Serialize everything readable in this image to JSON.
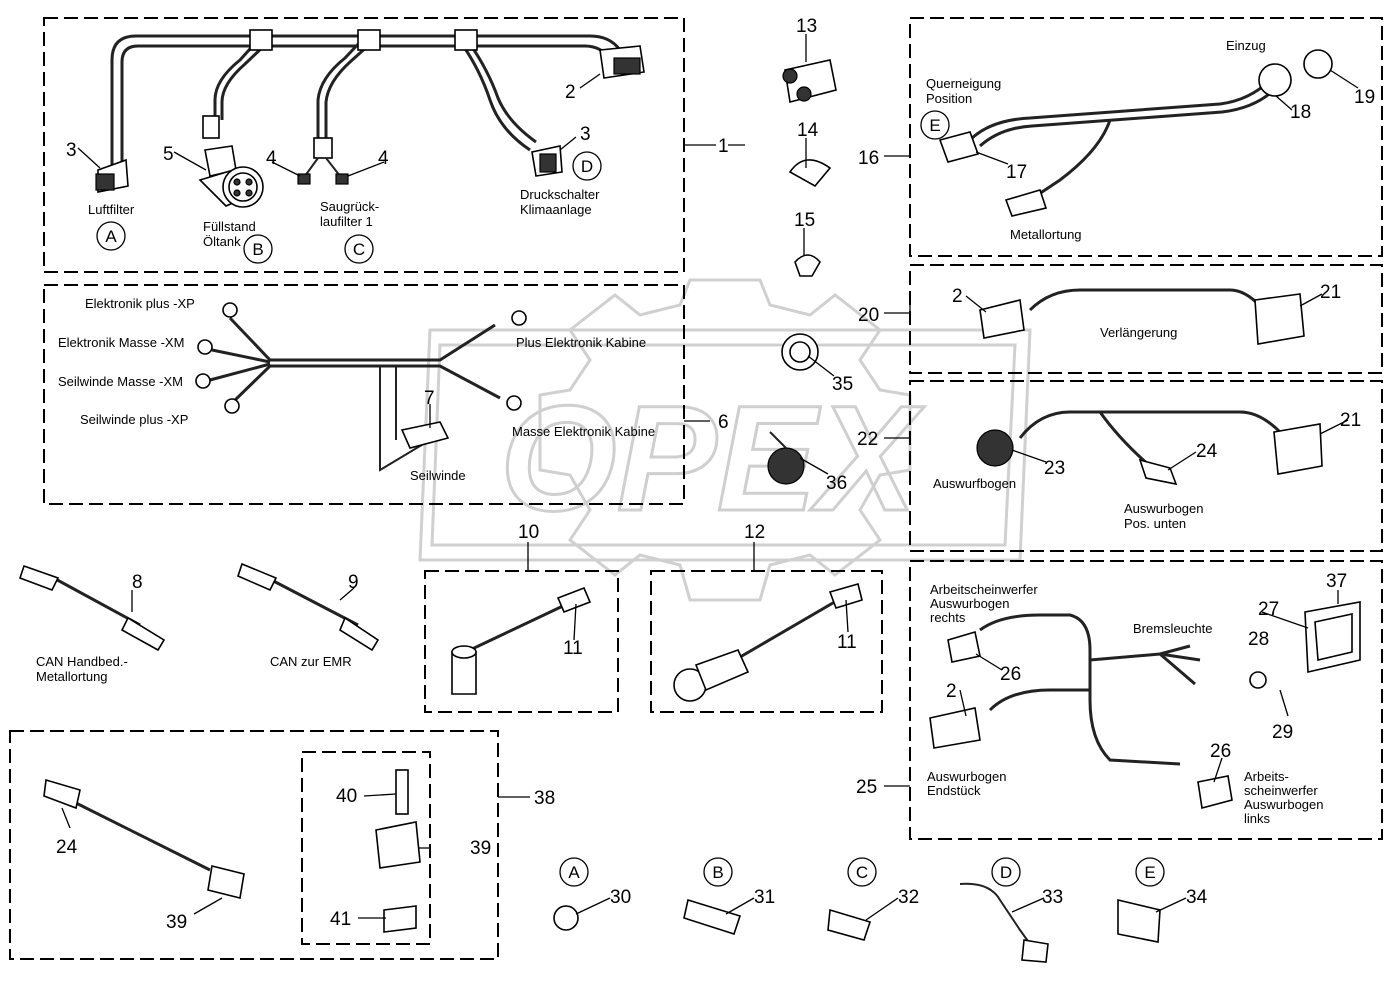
{
  "watermark": "OPEX",
  "part_numbers": {
    "n1": "1",
    "n2a": "2",
    "n2b": "2",
    "n2c": "2",
    "n3a": "3",
    "n3b": "3",
    "n4a": "4",
    "n4b": "4",
    "n5": "5",
    "n6": "6",
    "n7": "7",
    "n8": "8",
    "n9": "9",
    "n10": "10",
    "n11a": "11",
    "n11b": "11",
    "n12": "12",
    "n13": "13",
    "n14": "14",
    "n15": "15",
    "n16": "16",
    "n17": "17",
    "n18": "18",
    "n19": "19",
    "n20": "20",
    "n21a": "21",
    "n21b": "21",
    "n22": "22",
    "n23": "23",
    "n24a": "24",
    "n24b": "24",
    "n25": "25",
    "n26a": "26",
    "n26b": "26",
    "n27": "27",
    "n28": "28",
    "n29": "29",
    "n30": "30",
    "n31": "31",
    "n32": "32",
    "n33": "33",
    "n34": "34",
    "n35": "35",
    "n36": "36",
    "n37": "37",
    "n38": "38",
    "n39a": "39",
    "n39b": "39",
    "n40": "40",
    "n41": "41"
  },
  "letters": {
    "a1": "A",
    "b1": "B",
    "c1": "C",
    "d1": "D",
    "e1": "E",
    "a2": "A",
    "b2": "B",
    "c2": "C",
    "d2": "D",
    "e2": "E"
  },
  "labels": {
    "luftfilter": "Luftfilter",
    "fuellstand_1": "Füllstand",
    "fuellstand_2": "Öltank",
    "saugrueck_1": "Saugrück-",
    "saugrueck_2": "laufilter 1",
    "druck_1": "Druckschalter",
    "druck_2": "Klimaanlage",
    "elek_plus": "Elektronik plus -XP",
    "elek_masse": "Elektronik Masse -XM",
    "seil_masse": "Seilwinde Masse -XM",
    "seil_plus": "Seilwinde plus -XP",
    "plus_kabine": "Plus Elektronik Kabine",
    "masse_kabine": "Masse Elektronik Kabine",
    "seilwinde": "Seilwinde",
    "can_hand_1": "CAN Handbed.-",
    "can_hand_2": "Metallortung",
    "can_emr": "CAN zur EMR",
    "einzug": "Einzug",
    "querneigung_1": "Querneigung",
    "querneigung_2": "Position",
    "metallortung": "Metallortung",
    "verlaengerung": "Verlängerung",
    "auswurfbogen": "Auswurfbogen",
    "auswurf_unten_1": "Auswurbogen",
    "auswurf_unten_2": "Pos. unten",
    "arbeit_r_1": "Arbeitscheinwerfer",
    "arbeit_r_2": "Auswurbogen",
    "arbeit_r_3": "rechts",
    "bremsleuchte": "Bremsleuchte",
    "endstueck_1": "Auswurbogen",
    "endstueck_2": "Endstück",
    "arbeit_l_1": "Arbeits-",
    "arbeit_l_2": "scheinwerfer",
    "arbeit_l_3": "Auswurbogen",
    "arbeit_l_4": "links"
  }
}
